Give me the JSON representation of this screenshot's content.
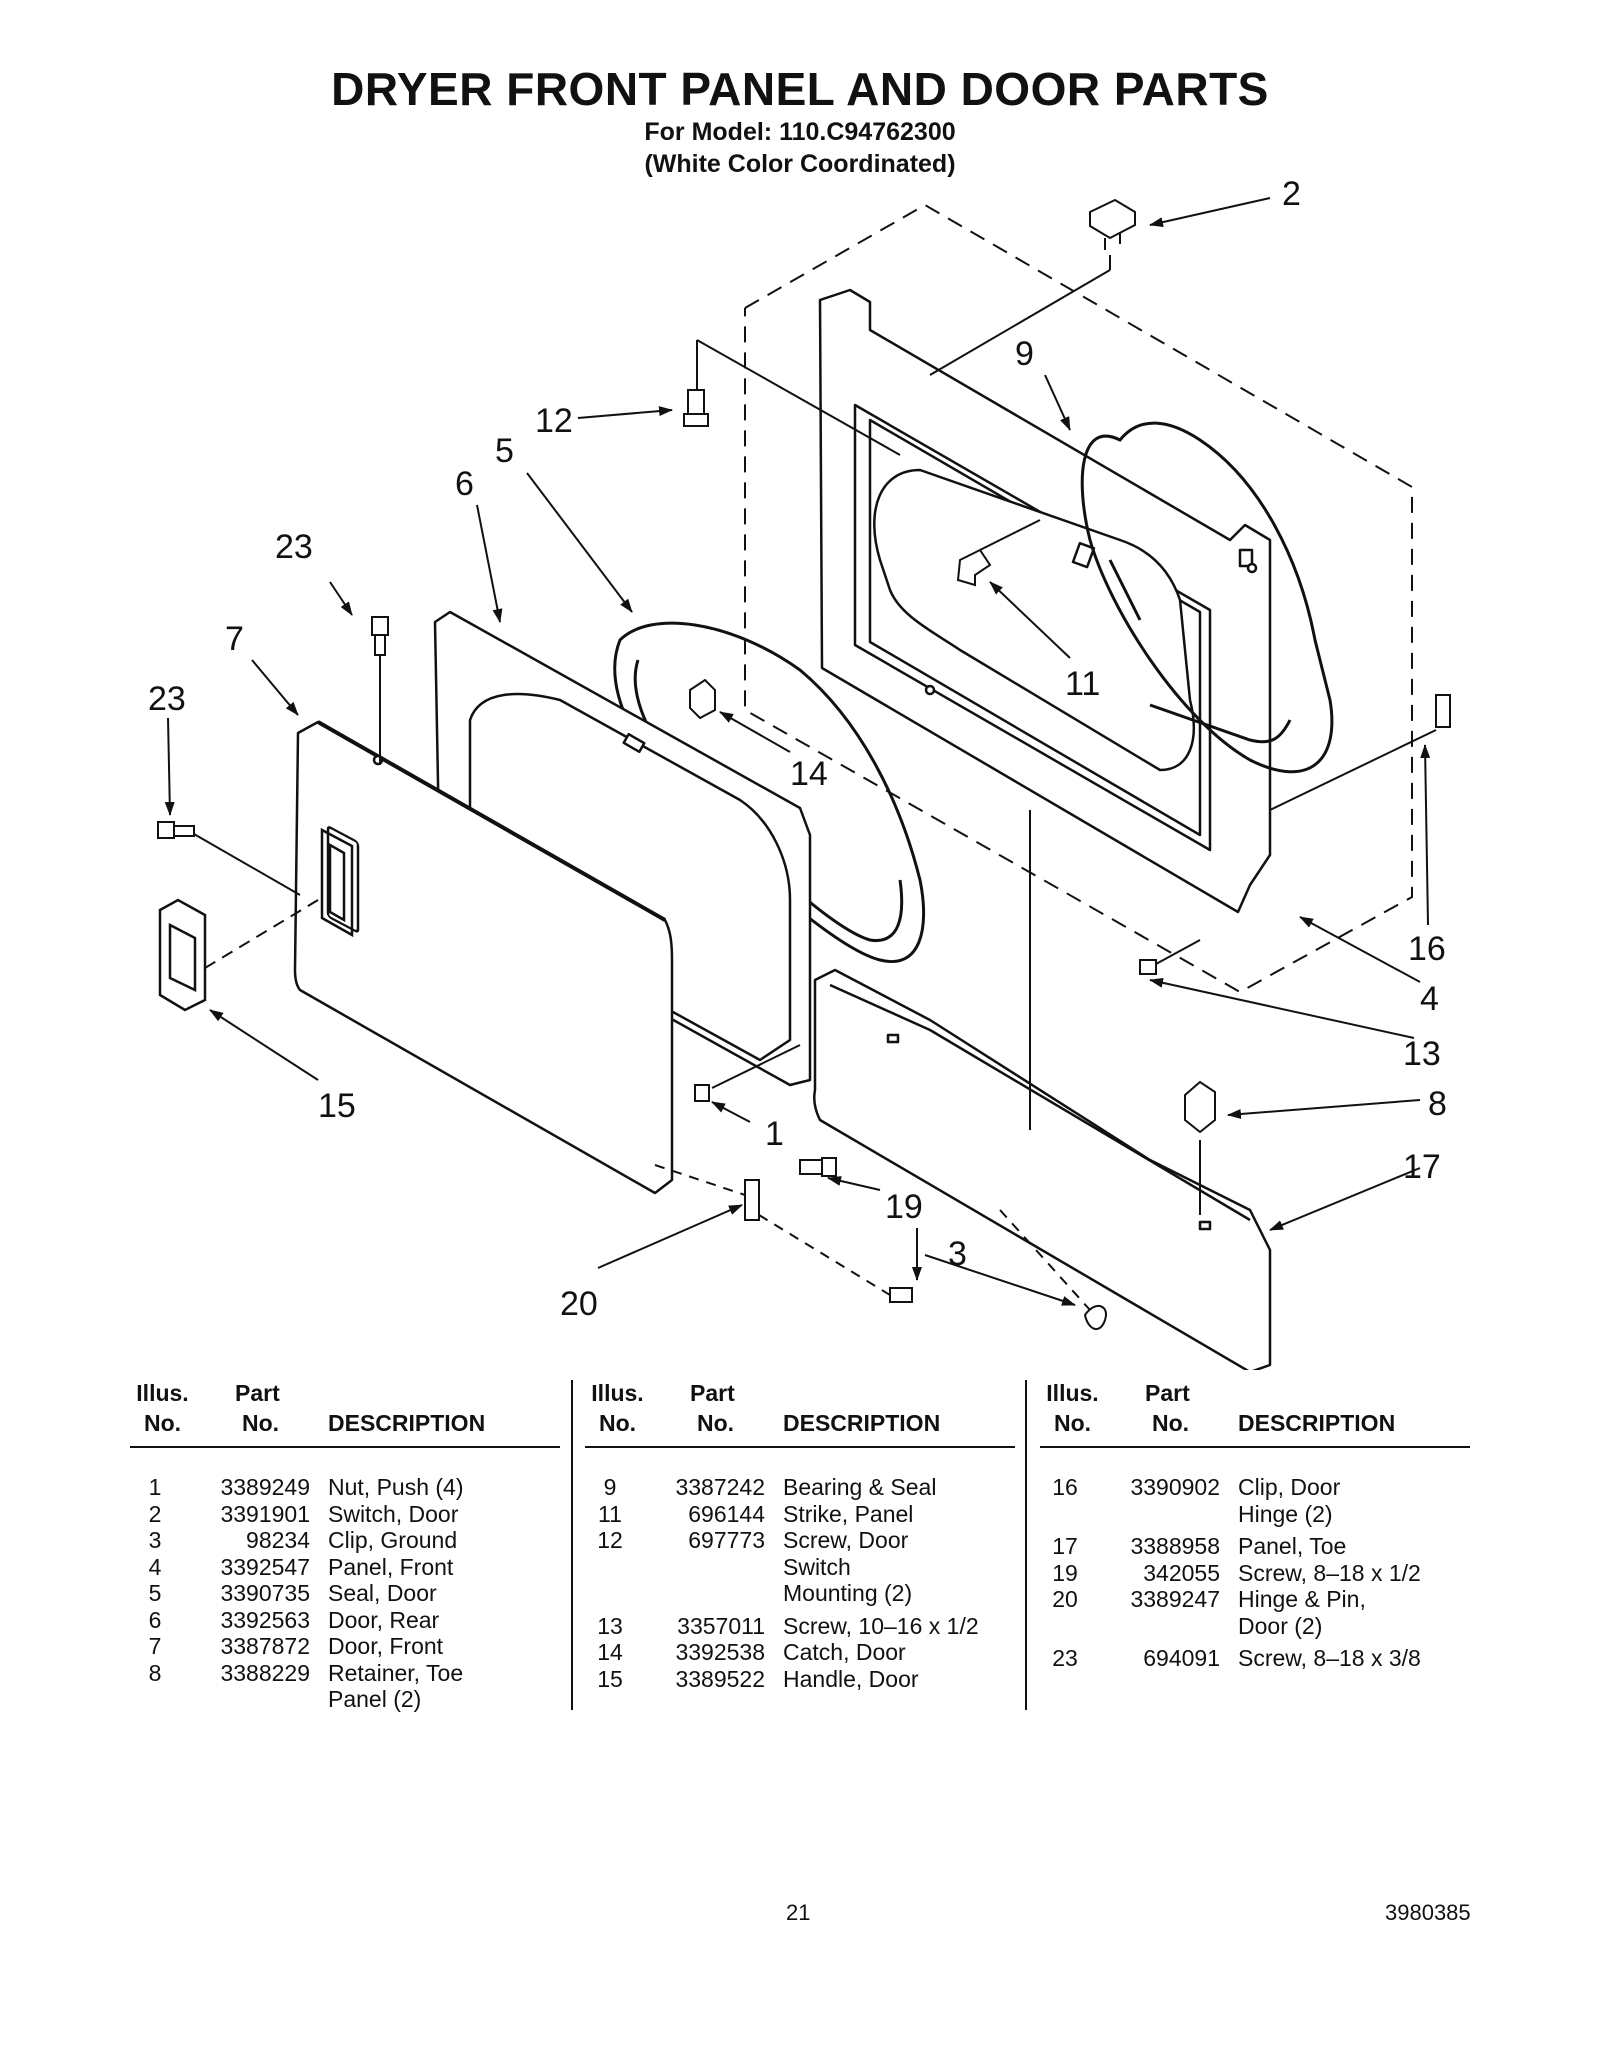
{
  "header": {
    "title": "DRYER FRONT PANEL AND DOOR PARTS",
    "model_line": "For Model: 110.C94762300",
    "color_line": "(White Color Coordinated)"
  },
  "callouts": [
    "2",
    "9",
    "12",
    "5",
    "6",
    "23",
    "7",
    "23",
    "11",
    "14",
    "16",
    "4",
    "13",
    "8",
    "17",
    "1",
    "19",
    "3",
    "20",
    "15"
  ],
  "table": {
    "headers": {
      "illus1": "Illus.",
      "illus2": "No.",
      "part1": "Part",
      "part2": "No.",
      "desc": "DESCRIPTION"
    },
    "col1": [
      {
        "no": "1",
        "part": "3389249",
        "desc": "Nut, Push (4)"
      },
      {
        "no": "2",
        "part": "3391901",
        "desc": "Switch, Door"
      },
      {
        "no": "3",
        "part": "98234",
        "desc": "Clip, Ground"
      },
      {
        "no": "4",
        "part": "3392547",
        "desc": "Panel, Front"
      },
      {
        "no": "5",
        "part": "3390735",
        "desc": "Seal, Door"
      },
      {
        "no": "6",
        "part": "3392563",
        "desc": "Door, Rear"
      },
      {
        "no": "7",
        "part": "3387872",
        "desc": "Door, Front"
      },
      {
        "no": "8",
        "part": "3388229",
        "desc": "Retainer, Toe"
      },
      {
        "no": "",
        "part": "",
        "desc": "Panel (2)"
      }
    ],
    "col2": [
      {
        "no": "9",
        "part": "3387242",
        "desc": "Bearing & Seal"
      },
      {
        "no": "11",
        "part": "696144",
        "desc": "Strike, Panel"
      },
      {
        "no": "12",
        "part": "697773",
        "desc": "Screw, Door"
      },
      {
        "no": "",
        "part": "",
        "desc": "Switch"
      },
      {
        "no": "",
        "part": "",
        "desc": "Mounting (2)"
      },
      {
        "no": "13",
        "part": "3357011",
        "desc": "Screw, 10–16 x 1/2"
      },
      {
        "no": "14",
        "part": "3392538",
        "desc": "Catch, Door"
      },
      {
        "no": "15",
        "part": "3389522",
        "desc": "Handle, Door"
      }
    ],
    "col3": [
      {
        "no": "16",
        "part": "3390902",
        "desc": "Clip, Door"
      },
      {
        "no": "",
        "part": "",
        "desc": "Hinge (2)"
      },
      {
        "no": "17",
        "part": "3388958",
        "desc": "Panel, Toe"
      },
      {
        "no": "19",
        "part": "342055",
        "desc": "Screw, 8–18 x 1/2"
      },
      {
        "no": "20",
        "part": "3389247",
        "desc": "Hinge & Pin,"
      },
      {
        "no": "",
        "part": "",
        "desc": "Door (2)"
      },
      {
        "no": "23",
        "part": "694091",
        "desc": "Screw, 8–18 x 3/8"
      }
    ]
  },
  "footer": {
    "page": "21",
    "doc_number": "3980385"
  }
}
